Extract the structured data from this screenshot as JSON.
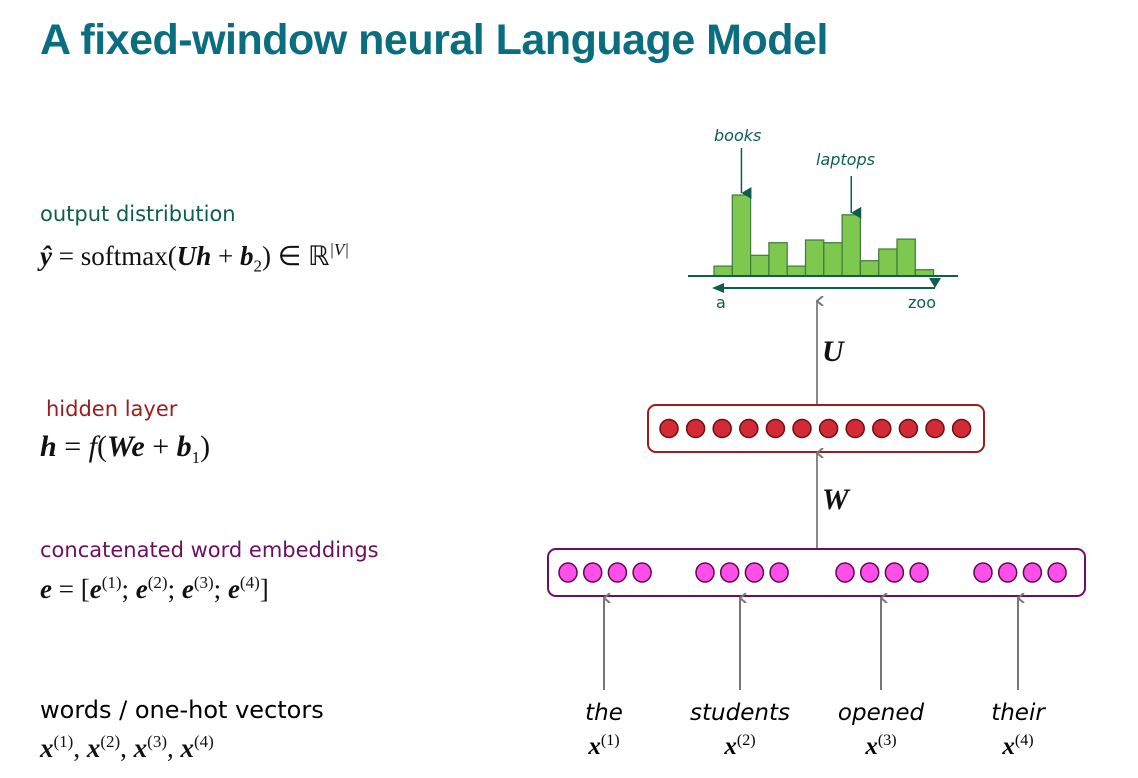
{
  "title": "A fixed-window neural Language Model",
  "layers": {
    "output": {
      "label": "output distribution",
      "eq": {
        "lhs": "ŷ",
        "eq": " = softmax(",
        "U": "U",
        "h": "h",
        "plus": " + ",
        "b": "b",
        "sub": "2",
        "tail": ") ∈ ℝ",
        "sup": "|V|"
      }
    },
    "hidden": {
      "label": "hidden layer",
      "eq": {
        "lhs": "h",
        "eq": " = ",
        "f": "f",
        "open": "(",
        "W": "W",
        "e": "e",
        "plus": " + ",
        "b": "b",
        "sub": "1",
        "close": ")"
      }
    },
    "embeddings": {
      "label": "concatenated word embeddings",
      "eq": {
        "lhs": "e",
        "eq": " = [",
        "e": "e",
        "s1": "(1)",
        "s2": "(2)",
        "s3": "(3)",
        "s4": "(4)",
        "sep": "; ",
        "close": "]"
      }
    },
    "words": {
      "label": "words / one-hot vectors",
      "eq": {
        "x": "x",
        "s1": "(1)",
        "s2": "(2)",
        "s3": "(3)",
        "s4": "(4)",
        "sep": ", "
      }
    }
  },
  "weights": {
    "W": "W",
    "U": "U"
  },
  "input_words": [
    {
      "word": "the",
      "x": "x",
      "sup": "(1)"
    },
    {
      "word": "students",
      "x": "x",
      "sup": "(2)"
    },
    {
      "word": "opened",
      "x": "x",
      "sup": "(3)"
    },
    {
      "word": "their",
      "x": "x",
      "sup": "(4)"
    }
  ],
  "hidden_units": 12,
  "embedding_groups": 4,
  "embedding_units_per_group": 4,
  "colors": {
    "title": "#0a6e80",
    "output": "#0d5e50",
    "hidden": "#9b1c1c",
    "hidden_unit": "#d42a35",
    "embedding": "#6d0f5f",
    "embedding_unit": "#ff4fe8",
    "bar": "#7ec850",
    "arrow": "#777777"
  },
  "chart_data": {
    "type": "bar",
    "title": "",
    "xlabel_start": "a",
    "xlabel_end": "zoo",
    "annotations": [
      {
        "text": "books",
        "bar_index": 1
      },
      {
        "text": "laptops",
        "bar_index": 7
      }
    ],
    "values": [
      11,
      90,
      23,
      37,
      11,
      40,
      37,
      68,
      17,
      30,
      41,
      7
    ],
    "ylim": [
      0,
      100
    ]
  }
}
